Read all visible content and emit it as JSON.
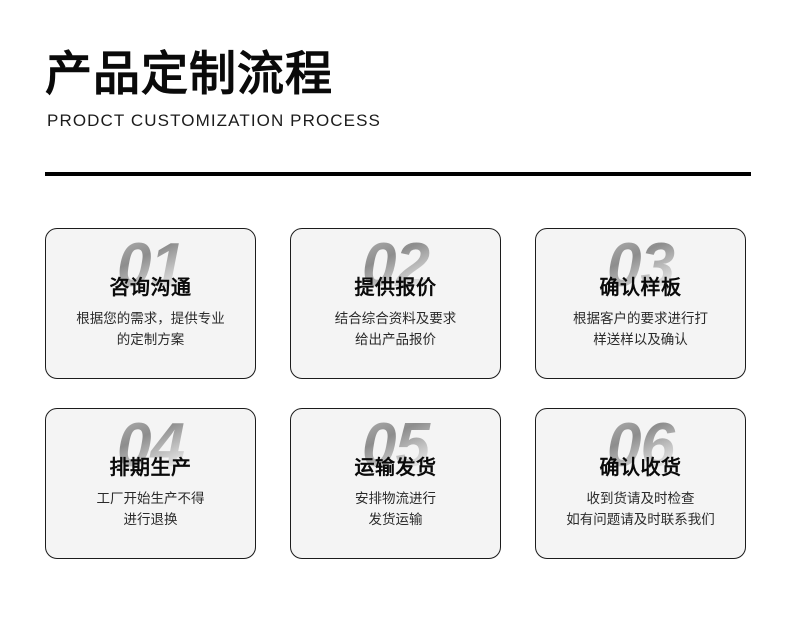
{
  "header": {
    "title": "产品定制流程",
    "subtitle": "PRODCT CUSTOMIZATION PROCESS",
    "rule_color": "#000000"
  },
  "theme": {
    "page_background": "#ffffff",
    "card_background": "#f4f4f4",
    "card_border": "#1c1c1c",
    "title_color": "#0a0a0a",
    "desc_color": "#2a2a2a",
    "watermark_gradient_from": "#ededed",
    "watermark_gradient_to": "#8d8d8d"
  },
  "steps": [
    {
      "number": "01",
      "title": "咨询沟通",
      "desc_line1": "根据您的需求，提供专业",
      "desc_line2": "的定制方案"
    },
    {
      "number": "02",
      "title": "提供报价",
      "desc_line1": "结合综合资料及要求",
      "desc_line2": "给出产品报价"
    },
    {
      "number": "03",
      "title": "确认样板",
      "desc_line1": "根据客户的要求进行打",
      "desc_line2": "样送样以及确认"
    },
    {
      "number": "04",
      "title": "排期生产",
      "desc_line1": "工厂开始生产不得",
      "desc_line2": "进行退换"
    },
    {
      "number": "05",
      "title": "运输发货",
      "desc_line1": "安排物流进行",
      "desc_line2": "发货运输"
    },
    {
      "number": "06",
      "title": "确认收货",
      "desc_line1": "收到货请及时检查",
      "desc_line2": "如有问题请及时联系我们"
    }
  ]
}
